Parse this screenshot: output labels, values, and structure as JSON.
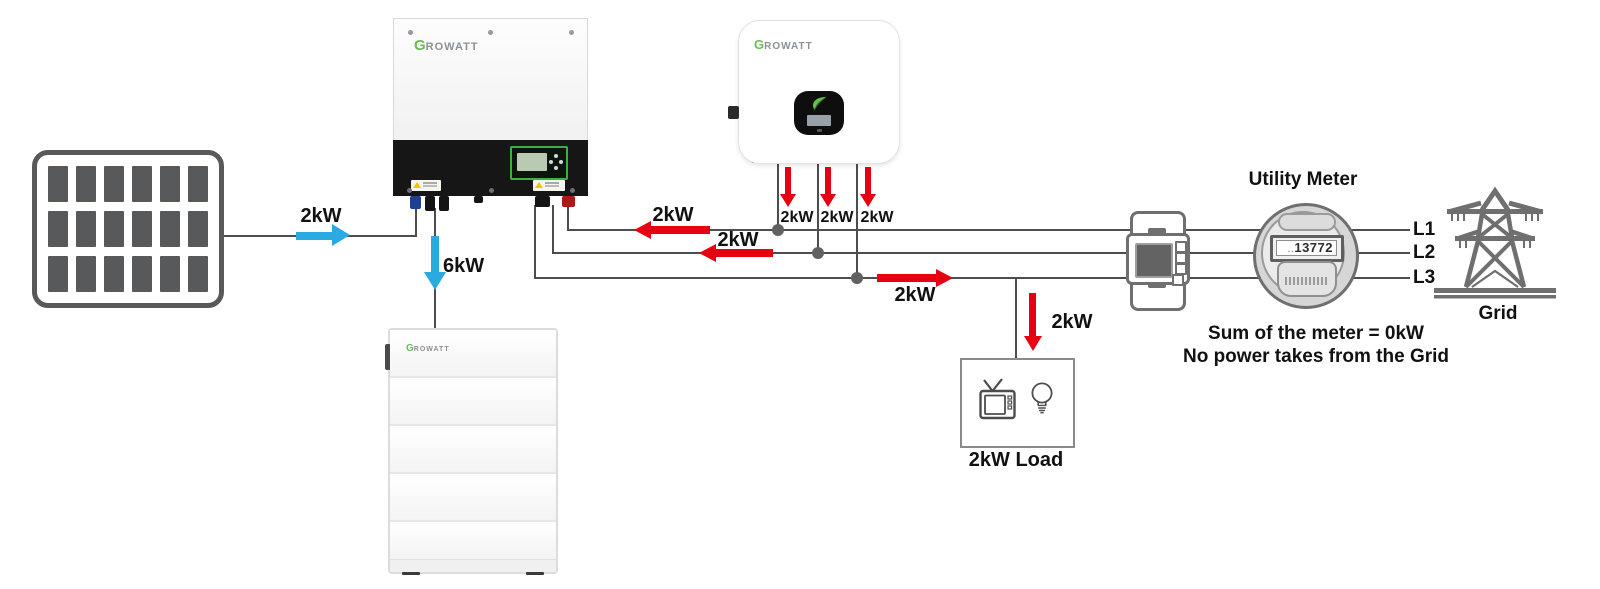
{
  "diagram": {
    "brand": {
      "g": "G",
      "rest": "ROWATT"
    },
    "flows": {
      "pv": "2kW",
      "battery_charge": "6kW",
      "backfeed_l1": "2kW",
      "backfeed_l2": "2kW",
      "forward_l3": "2kW",
      "micro_out_l1": "2kW",
      "micro_out_l2": "2kW",
      "micro_out_l3": "2kW",
      "load_in": "2kW"
    },
    "phases": {
      "l1": "L1",
      "l2": "L2",
      "l3": "L3"
    },
    "load": {
      "label": "2kW Load"
    },
    "utility_meter": {
      "title": "Utility Meter",
      "reading_prefix": "..",
      "reading": "13772",
      "note1": "Sum of the meter = 0kW",
      "note2": "No power takes from the Grid"
    },
    "grid": {
      "label": "Grid"
    }
  },
  "colors": {
    "wire": "#4d4d4d",
    "pv_flow_blue": "#29aae1",
    "grid_flow_red": "#e60012",
    "brand_green": "#6abf4b",
    "device_gray": "#6f6f6f"
  }
}
